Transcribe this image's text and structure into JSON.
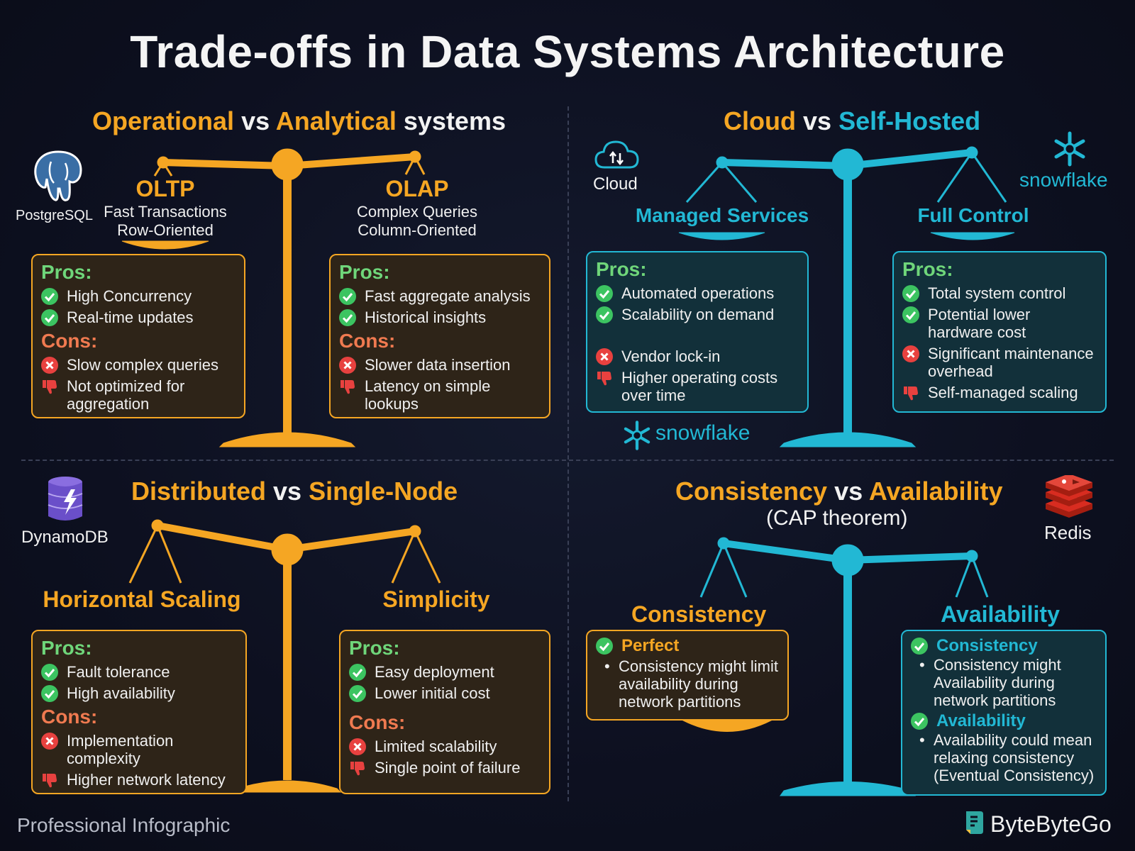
{
  "title": "Trade-offs in Data Systems Architecture",
  "colors": {
    "orange": "#f5a623",
    "cyan": "#22b8d4",
    "green": "#3cc461",
    "red": "#e8413f"
  },
  "q1": {
    "title_a": "Operational",
    "vs": "vs",
    "title_b": "Analytical",
    "title_c": "systems",
    "logo": "PostgreSQL",
    "left": {
      "label": "OLTP",
      "sub1": "Fast Transactions",
      "sub2": "Row-Oriented",
      "pros_label": "Pros:",
      "pros": [
        "High Concurrency",
        "Real-time updates"
      ],
      "cons_label": "Cons:",
      "cons": [
        "Slow complex queries",
        "Not optimized for aggregation"
      ]
    },
    "right": {
      "label": "OLAP",
      "sub1": "Complex Queries",
      "sub2": "Column-Oriented",
      "pros_label": "Pros:",
      "pros": [
        "Fast aggregate analysis",
        "Historical insights"
      ],
      "cons_label": "Cons:",
      "cons": [
        "Slower data insertion",
        "Latency on simple lookups"
      ]
    }
  },
  "q2": {
    "title_a": "Cloud",
    "vs": "vs",
    "title_b": "Self-Hosted",
    "cloud_label": "Cloud",
    "snowflake": "snowflake",
    "left": {
      "label": "Managed Services",
      "pros_label": "Pros:",
      "pros": [
        "Automated operations",
        "Scalability on demand"
      ],
      "cons": [
        "Vendor lock-in",
        "Higher operating costs over time"
      ]
    },
    "right": {
      "label": "Full Control",
      "pros_label": "Pros:",
      "pros": [
        "Total system control",
        "Potential lower hardware cost"
      ],
      "cons": [
        "Significant maintenance overhead",
        "Self-managed scaling"
      ]
    }
  },
  "q3": {
    "title_a": "Distributed",
    "vs": "vs",
    "title_b": "Single-Node",
    "logo": "DynamoDB",
    "left": {
      "label": "Horizontal Scaling",
      "pros_label": "Pros:",
      "pros": [
        "Fault tolerance",
        "High availability"
      ],
      "cons_label": "Cons:",
      "cons": [
        "Implementation complexity",
        "Higher network latency"
      ]
    },
    "right": {
      "label": "Simplicity",
      "pros_label": "Pros:",
      "pros": [
        "Easy deployment",
        "Lower initial cost"
      ],
      "cons_label": "Cons:",
      "cons": [
        "Limited scalability",
        "Single point of failure"
      ]
    }
  },
  "q4": {
    "title_a": "Consistency",
    "vs": "vs",
    "title_b": "Availability",
    "subtitle": "(CAP theorem)",
    "logo": "Redis",
    "left": {
      "label": "Consistency",
      "head": "Perfect",
      "bullet": "Consistency might limit availability during network partitions"
    },
    "right": {
      "label": "Availability",
      "head1": "Consistency",
      "bullet1": "Consistency might Availability during network partitions",
      "head2": "Availability",
      "bullet2": "Availability could mean relaxing consistency (Eventual Consistency)"
    }
  },
  "footer": {
    "left": "Professional Infographic",
    "brand": "ByteByteGo"
  }
}
